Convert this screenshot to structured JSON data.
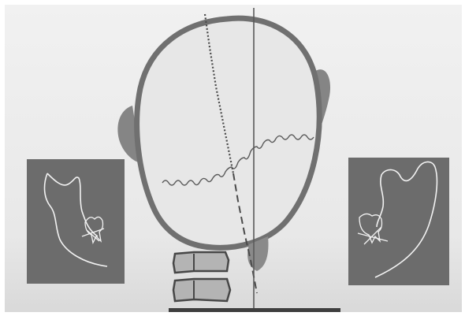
{
  "figure": {
    "caption": "",
    "colors": {
      "paper": "#ececec",
      "head_outline": "#6f6f6f",
      "ear": "#858585",
      "panel": "#6c6c6c",
      "panel_trace": "#f2f2f2",
      "vertebra_fill": "#b0b0b0",
      "vertebra_stroke": "#474747",
      "line": "#5a5a5a",
      "base": "#3e3e3e"
    },
    "icons": {
      "left_panel": "mandible-tracing-left",
      "right_panel": "mandible-tracing-right",
      "spine": "cervical-vertebrae"
    }
  }
}
